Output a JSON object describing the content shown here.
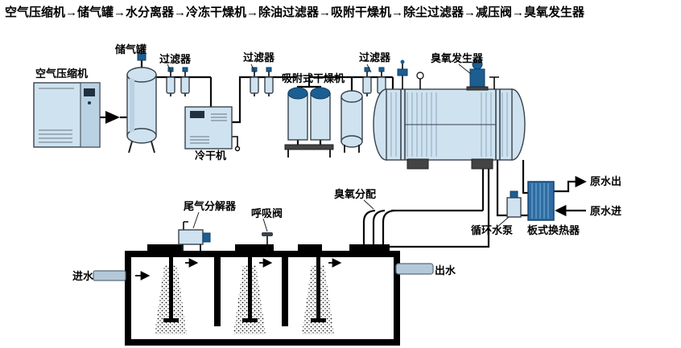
{
  "title": "空气压缩机→储气罐→水分离器→冷冻干燥机→除油过滤器→吸附干燥机→除尘过滤器→减压阀→臭氧发生器",
  "labels": {
    "air_compressor": "空气压缩机",
    "storage_tank": "储气罐",
    "filter": "过滤器",
    "cold_dryer": "冷干机",
    "adsorption_dryer": "吸附式干燥机",
    "ozone_generator": "臭氧发生器",
    "tail_gas_decomposer": "尾气分解器",
    "breathing_valve": "呼吸阀",
    "ozone_distribution": "臭氧分配",
    "circulating_pump": "循环水泵",
    "plate_heat_exchanger": "板式换热器",
    "raw_water_out": "原水出",
    "raw_water_in": "原水进",
    "water_inlet": "进水",
    "water_outlet": "出水"
  },
  "colors": {
    "equipment_fill": "#cfe2ef",
    "equipment_shade": "#b9d2e4",
    "dark_blue": "#1b5e92",
    "heat_exchanger_fill": "#2e6da4",
    "pipe": "#0a0a0a",
    "tank_wall": "#000000"
  }
}
